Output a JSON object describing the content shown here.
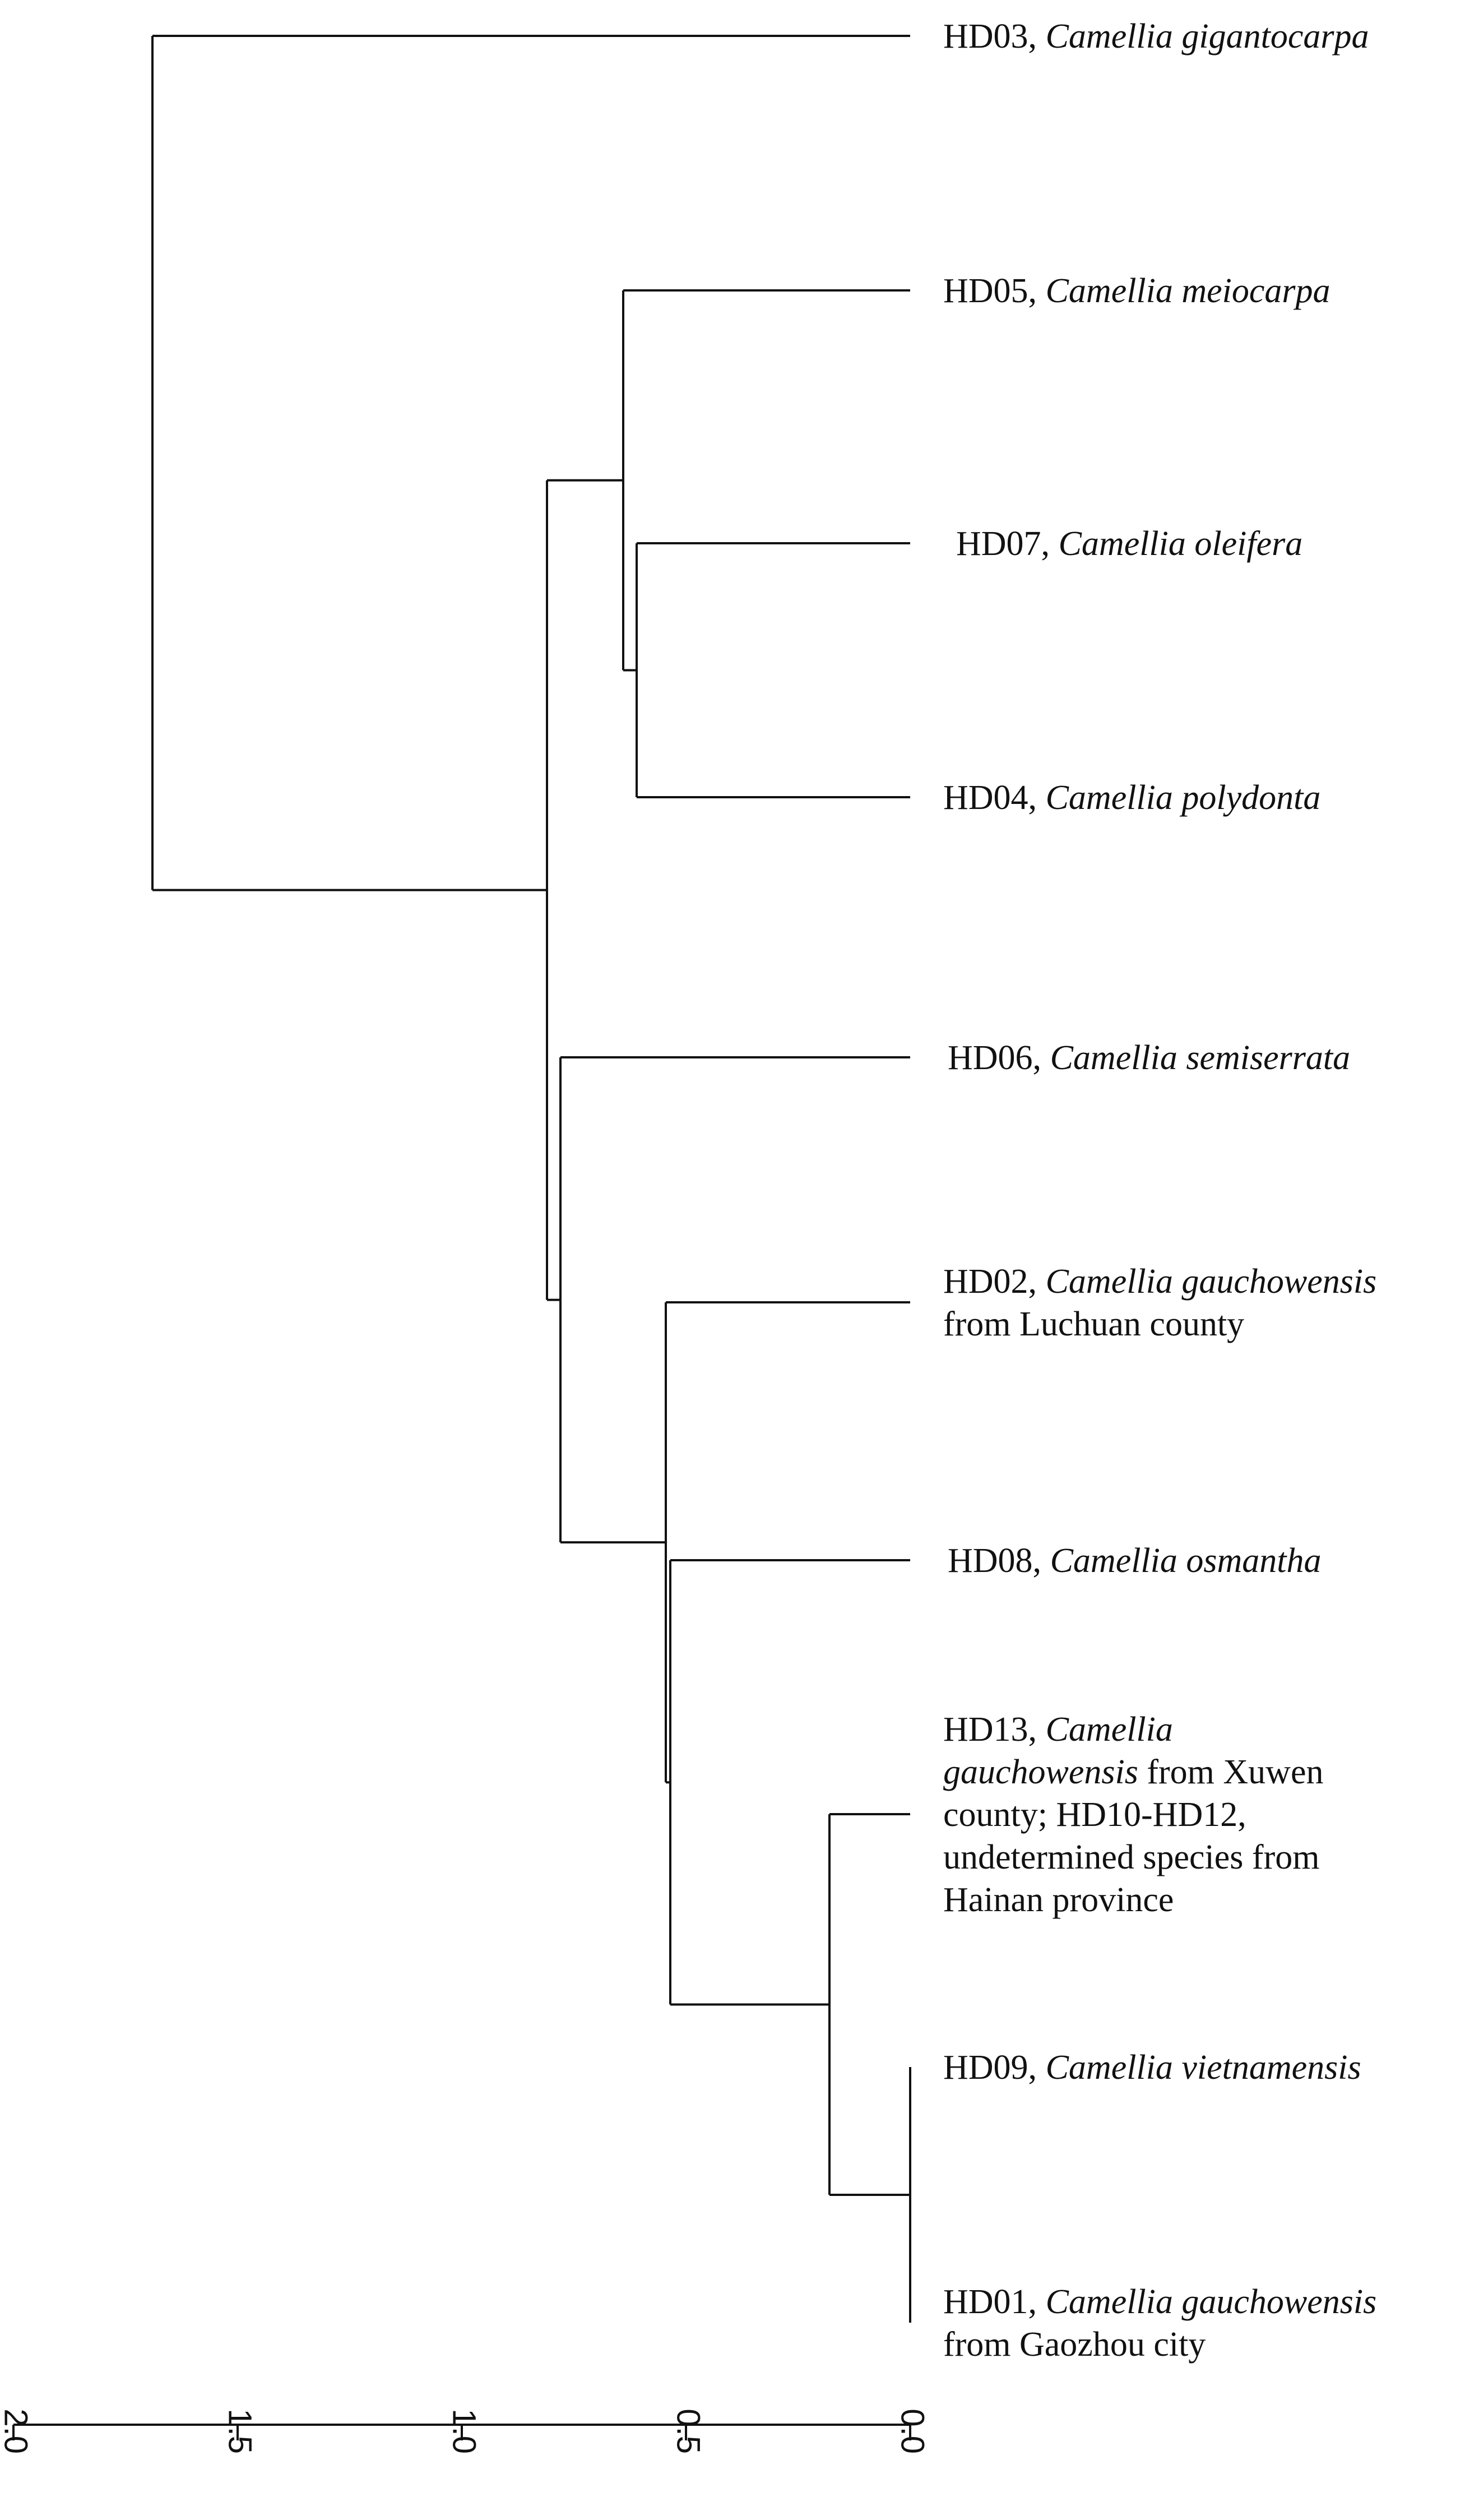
{
  "chart_data": {
    "type": "dendrogram",
    "orientation": "leaves-right",
    "xlim": [
      2.0,
      0.0
    ],
    "ticks": [
      2.0,
      1.5,
      1.0,
      0.5,
      0.0
    ],
    "tick_labels": [
      "2.0",
      "1.5",
      "1.0",
      "0.5",
      "0.0"
    ],
    "leaves": [
      {
        "id": "HD03",
        "lines": [
          [
            {
              "t": "HD03, ",
              "i": false
            },
            {
              "t": "Camellia gigantocarpa",
              "i": true
            }
          ]
        ]
      },
      {
        "id": "HD05",
        "lines": [
          [
            {
              "t": "HD05, ",
              "i": false
            },
            {
              "t": "Camellia meiocarpa",
              "i": true
            }
          ]
        ]
      },
      {
        "id": "HD07",
        "lines": [
          [
            {
              "t": "HD07, ",
              "i": false
            },
            {
              "t": "Camellia oleifera",
              "i": true
            }
          ]
        ]
      },
      {
        "id": "HD04",
        "lines": [
          [
            {
              "t": "HD04, ",
              "i": false
            },
            {
              "t": "Camellia polydonta",
              "i": true
            }
          ]
        ]
      },
      {
        "id": "HD06",
        "lines": [
          [
            {
              "t": "HD06, ",
              "i": false
            },
            {
              "t": "Camellia semiserrata",
              "i": true
            }
          ]
        ]
      },
      {
        "id": "HD02",
        "lines": [
          [
            {
              "t": "HD02, ",
              "i": false
            },
            {
              "t": "Camellia gauchowensis",
              "i": true
            }
          ],
          [
            {
              "t": "from Luchuan county",
              "i": false
            }
          ]
        ]
      },
      {
        "id": "HD08",
        "lines": [
          [
            {
              "t": "HD08, ",
              "i": false
            },
            {
              "t": "Camellia osmantha",
              "i": true
            }
          ]
        ]
      },
      {
        "id": "HD13",
        "lines": [
          [
            {
              "t": "HD13, ",
              "i": false
            },
            {
              "t": "Camellia",
              "i": true
            }
          ],
          [
            {
              "t": "gauchowensis",
              "i": true
            },
            {
              "t": " from Xuwen",
              "i": false
            }
          ],
          [
            {
              "t": "county; HD10-HD12,",
              "i": false
            }
          ],
          [
            {
              "t": "undetermined species from",
              "i": false
            }
          ],
          [
            {
              "t": "Hainan province",
              "i": false
            }
          ]
        ]
      },
      {
        "id": "HD09",
        "lines": [
          [
            {
              "t": "HD09, ",
              "i": false
            },
            {
              "t": "Camellia vietnamensis",
              "i": true
            }
          ]
        ]
      },
      {
        "id": "HD01",
        "lines": [
          [
            {
              "t": "HD01, ",
              "i": false
            },
            {
              "t": "Camellia gauchowensis",
              "i": true
            }
          ],
          [
            {
              "t": "from Gaozhou city",
              "i": false
            }
          ]
        ]
      }
    ],
    "merges": [
      {
        "id": "n1",
        "children": [
          "HD09",
          "HD01"
        ],
        "height": 0.0
      },
      {
        "id": "n2",
        "children": [
          "HD13",
          "n1"
        ],
        "height": 0.18
      },
      {
        "id": "n3",
        "children": [
          "HD08",
          "n2"
        ],
        "height": 0.535
      },
      {
        "id": "n4",
        "children": [
          "HD02",
          "n3"
        ],
        "height": 0.545
      },
      {
        "id": "n5",
        "children": [
          "HD06",
          "n4"
        ],
        "height": 0.78
      },
      {
        "id": "n6",
        "children": [
          "HD07",
          "HD04"
        ],
        "height": 0.61
      },
      {
        "id": "n7",
        "children": [
          "HD05",
          "n6"
        ],
        "height": 0.64
      },
      {
        "id": "n8",
        "children": [
          "n7",
          "n5"
        ],
        "height": 0.81
      },
      {
        "id": "n9",
        "children": [
          "HD03",
          "n8"
        ],
        "height": 1.69
      }
    ]
  }
}
